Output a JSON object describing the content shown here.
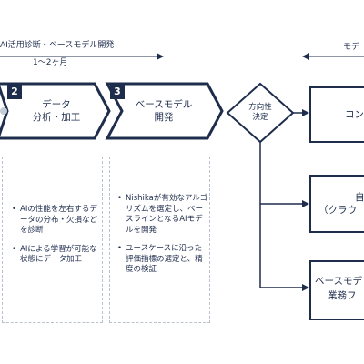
{
  "phases": {
    "left": {
      "title": "AI活用診断・ベースモデル開発",
      "duration": "1〜2ヶ月"
    },
    "right": {
      "title": "モデ"
    }
  },
  "steps": [
    {
      "number": "2",
      "label_line1": "データ",
      "label_line2": "分析・加工"
    },
    {
      "number": "3",
      "label_line1": "ベースモデル",
      "label_line2": "開発"
    }
  ],
  "decision": {
    "line1": "方向性",
    "line2": "決定"
  },
  "outcomes": [
    {
      "line1": "コン",
      "line2": ""
    },
    {
      "line1": "自",
      "line2": "（クラウ"
    },
    {
      "line1": "ベースモデ",
      "line2": "業務フ"
    }
  ],
  "details": {
    "step2": [
      "AIの性能を左右するデータの分布・欠損などを診断",
      "AIによる学習が可能な状態にデータ加工"
    ],
    "step3": [
      "Nishikaが有効なアルゴリズムを選定し、ベースラインとなるAIモデルを開発",
      "ユースケースに沿った評価指標の選定と、精度の検証"
    ]
  },
  "colors": {
    "navy": "#1f2d4d",
    "dash": "#b9c3cf",
    "arrow": "#1f2d4d"
  }
}
